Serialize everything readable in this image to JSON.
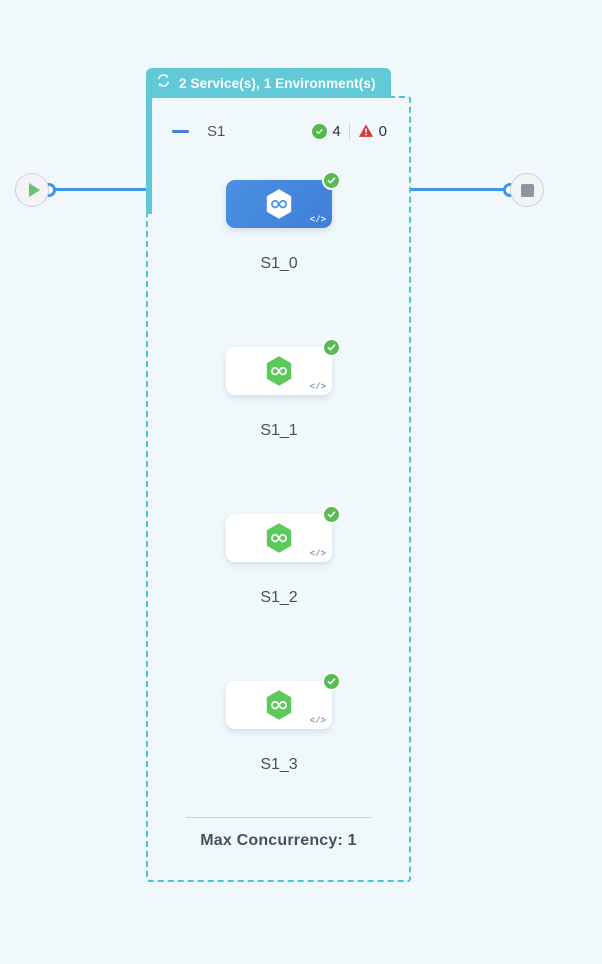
{
  "canvas": {
    "background_color": "#f0f8fc"
  },
  "start_node": {
    "name": "start-terminal",
    "icon": "play-icon",
    "icon_color": "#6cc273"
  },
  "end_node": {
    "name": "end-terminal",
    "icon": "stop-icon",
    "icon_color": "#9094a6"
  },
  "edges": {
    "color": "#3f95e8",
    "port_fill": "#ffffff"
  },
  "group": {
    "header": {
      "icon": "refresh-loop-icon",
      "label": "2 Service(s), 1 Environment(s)",
      "background_color": "#62c9d9",
      "text_color": "#ffffff"
    },
    "border_color": "#4cc4d8",
    "service": {
      "collapse_icon": "minus-icon",
      "name": "S1",
      "ok_icon": "check-circle-icon",
      "ok_count": "4",
      "ok_color": "#56b947",
      "warn_icon": "warning-triangle-icon",
      "warn_count": "0",
      "warn_color": "#d83b34"
    },
    "footer": {
      "label": "Max Concurrency: 1"
    },
    "nodes": [
      {
        "label": "S1_0",
        "selected": true,
        "hex_color": "#ffffff",
        "loop_color": "#4a90e2",
        "status_icon": "check-circle-icon",
        "code_icon": "code-brackets-icon",
        "code_glyph": "</>"
      },
      {
        "label": "S1_1",
        "selected": false,
        "hex_color": "#5bc95b",
        "loop_color": "#ffffff",
        "status_icon": "check-circle-icon",
        "code_icon": "code-brackets-icon",
        "code_glyph": "</>"
      },
      {
        "label": "S1_2",
        "selected": false,
        "hex_color": "#5bc95b",
        "loop_color": "#ffffff",
        "status_icon": "check-circle-icon",
        "code_icon": "code-brackets-icon",
        "code_glyph": "</>"
      },
      {
        "label": "S1_3",
        "selected": false,
        "hex_color": "#5bc95b",
        "loop_color": "#ffffff",
        "status_icon": "check-circle-icon",
        "code_icon": "code-brackets-icon",
        "code_glyph": "</>"
      }
    ]
  }
}
